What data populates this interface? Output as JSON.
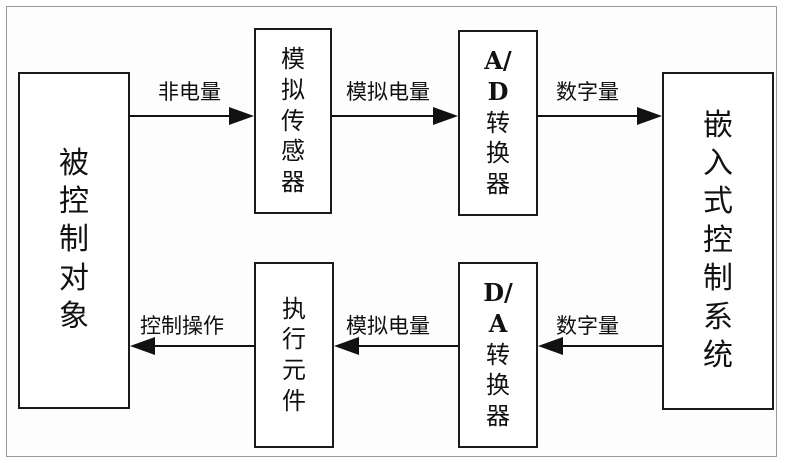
{
  "blocks": {
    "controlled_object": [
      "被",
      "控",
      "制",
      "对",
      "象"
    ],
    "analog_sensor": [
      "模",
      "拟",
      "传",
      "感",
      "器"
    ],
    "ad_converter": [
      "A/",
      "D",
      "转",
      "换",
      "器"
    ],
    "embedded_system": [
      "嵌",
      "入",
      "式",
      "控",
      "制",
      "系",
      "统"
    ],
    "actuator": [
      "执",
      "行",
      "元",
      "件"
    ],
    "da_converter": [
      "D/",
      "A",
      "转",
      "换",
      "器"
    ]
  },
  "signals": {
    "non_electric": "非电量",
    "analog_top": "模拟电量",
    "digital_top": "数字量",
    "digital_bottom": "数字量",
    "analog_bottom": "模拟电量",
    "control_op": "控制操作"
  }
}
